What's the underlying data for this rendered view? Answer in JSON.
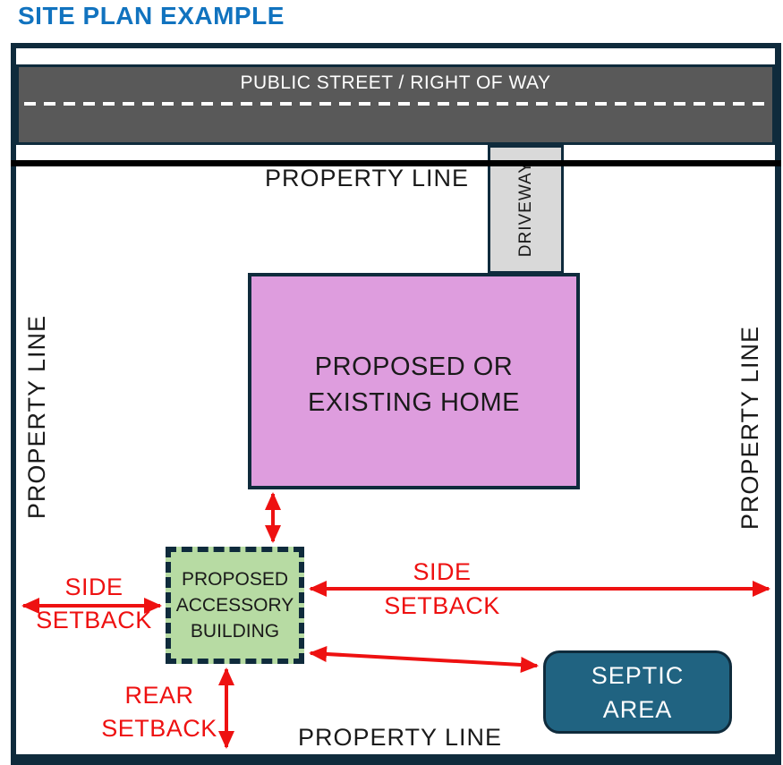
{
  "title": "SITE PLAN EXAMPLE",
  "colors": {
    "title_blue": "#1173bf",
    "border_navy": "#0f2b3c",
    "street_gray": "#595959",
    "driveway_gray": "#d9d9d9",
    "home_pink": "#de9dde",
    "accessory_green": "#b7dba3",
    "septic_teal": "#206381",
    "arrow_red": "#ee1111",
    "label_black": "#1a1a1a"
  },
  "street": {
    "label": "PUBLIC STREET / RIGHT OF WAY"
  },
  "driveway": {
    "label": "DRIVEWAY"
  },
  "property_line": {
    "top": "PROPERTY LINE",
    "left": "PROPERTY LINE",
    "right": "PROPERTY LINE",
    "bottom": "PROPERTY LINE"
  },
  "home": {
    "line1": "PROPOSED OR",
    "line2": "EXISTING HOME"
  },
  "accessory_building": {
    "line1": "PROPOSED",
    "line2": "ACCESSORY",
    "line3": "BUILDING"
  },
  "septic_area": {
    "line1": "SEPTIC",
    "line2": "AREA"
  },
  "setbacks": {
    "left_side": {
      "line1": "SIDE",
      "line2": "SETBACK"
    },
    "right_side": {
      "line1": "SIDE",
      "line2": "SETBACK"
    },
    "rear": {
      "line1": "REAR",
      "line2": "SETBACK"
    }
  }
}
